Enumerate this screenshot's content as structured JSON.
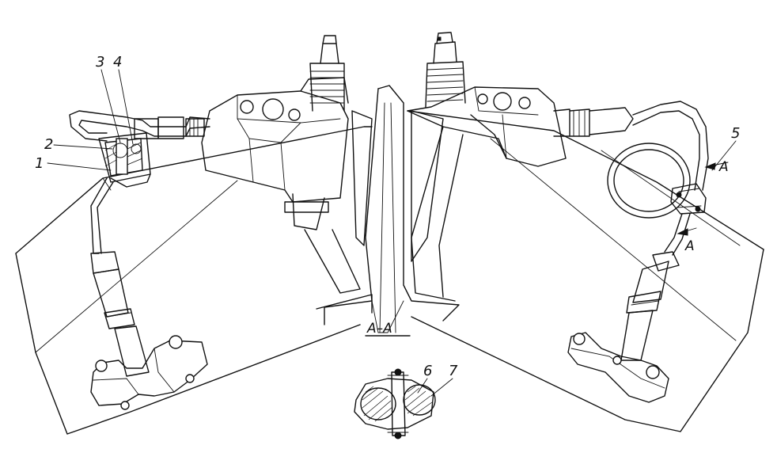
{
  "callouts": {
    "c1": "1",
    "c2": "2",
    "c3": "3",
    "c4": "4",
    "c5": "5",
    "c6": "6",
    "c7": "7"
  },
  "section": {
    "mark_upper": "A",
    "mark_lower": "A",
    "label": "A–A"
  }
}
